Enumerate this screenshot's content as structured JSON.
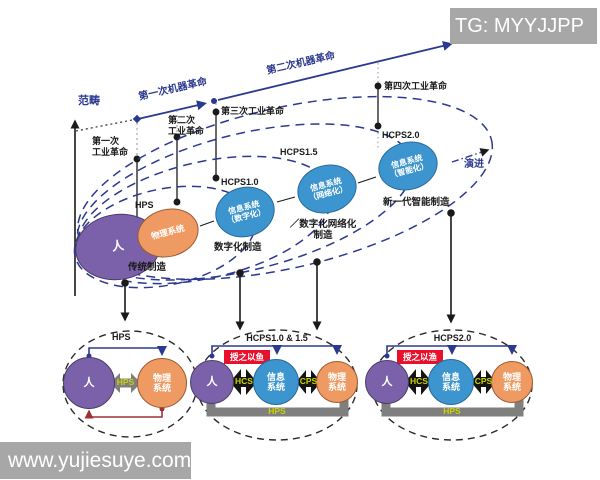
{
  "colors": {
    "line_blue": "#2b3990",
    "human_purple": "#7a61a9",
    "physical_orange": "#ef9a62",
    "cyber_blue": "#3d95d0",
    "tag_red": "#e8112d",
    "band_gray": "#7f7f7f",
    "link_text_yellow": "#c8d400",
    "feedback_dark_red": "#9e3038",
    "watermark_gray": "#a2a2a2"
  },
  "watermarks": {
    "top_right": "TG: MYYJJPP",
    "bottom_left": "www.yujiesuye.com"
  },
  "upper": {
    "axis_label": "范畴",
    "machine_revolution_1": "第一次机器革命",
    "machine_revolution_2": "第二次机器革命",
    "evolution": "演进",
    "industrial_revolutions": [
      "第一次\n工业革命",
      "第二次\n工业革命",
      "第三次工业革命",
      "第四次工业革命"
    ],
    "stages": {
      "hps": "HPS",
      "hcps10": "HCPS1.0",
      "hcps15": "HCPS1.5",
      "hcps20": "HCPS2.0"
    },
    "systems": {
      "human": "人",
      "physical": "物理系统",
      "info_digital": "信息系统\n（数字化）",
      "info_networked": "信息系统\n（网络化）",
      "info_intelligent": "信息系统\n（智能化）"
    },
    "manufacturing": {
      "traditional": "传统制造",
      "digital": "数字化制造",
      "digital_networked": "／数字化网络化\n制造",
      "new_generation": "新一代智能制造"
    }
  },
  "groups": [
    {
      "title": "HPS",
      "human": "人",
      "physical": "物理\n系统",
      "link": "HPS"
    },
    {
      "title": "HCPS1.0 & 1.5",
      "tag": "授之以鱼",
      "human": "人",
      "info": "信息\n系统",
      "physical": "物理\n系统",
      "hcs": "HCS",
      "cps": "CPS",
      "band": "HPS"
    },
    {
      "title": "HCPS2.0",
      "tag": "授之以渔",
      "human": "人",
      "info": "信息\n系统",
      "physical": "物理\n系统",
      "hcs": "HCS",
      "cps": "CPS",
      "band": "HPS"
    }
  ]
}
